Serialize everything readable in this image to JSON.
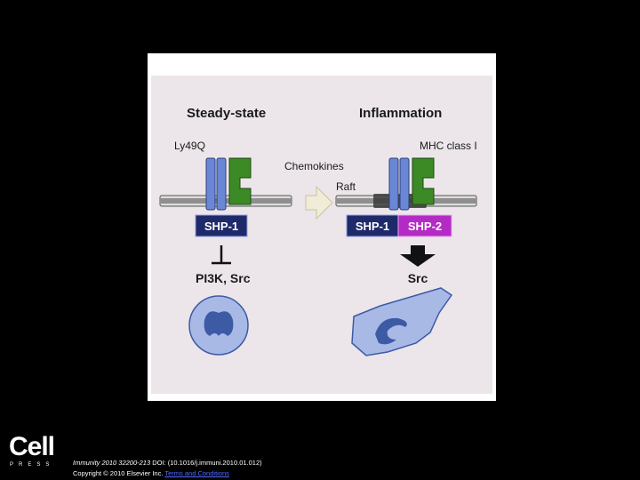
{
  "figure": {
    "left_title": "Steady-state",
    "right_title": "Inflammation",
    "receptor_label": "Ly49Q",
    "ligand_label": "MHC class I",
    "stimulus_label": "Chemokines",
    "raft_label": "Raft",
    "left_phosphatase": "SHP-1",
    "right_phosphatase_1": "SHP-1",
    "right_phosphatase_2": "SHP-2",
    "left_targets": "PI3K,  Src",
    "right_target": "Src",
    "colors": {
      "background": "#ece6ea",
      "receptor": "#6a87d6",
      "ligand": "#3c8a25",
      "shp1_box": "#1f2a6a",
      "shp2_box": "#b32bc4",
      "cell": "#a9b9e6",
      "nucleus": "#3d5aa5"
    }
  },
  "footer": {
    "logo_word": "Cell",
    "logo_subtitle": "PRESS",
    "journal": "Immunity 2010 32200-213",
    "doi": "DOI: (10.1016/j.immuni.2010.01.012)",
    "copyright": "Copyright © 2010 Elsevier Inc.",
    "terms_link": "Terms and Conditions"
  }
}
